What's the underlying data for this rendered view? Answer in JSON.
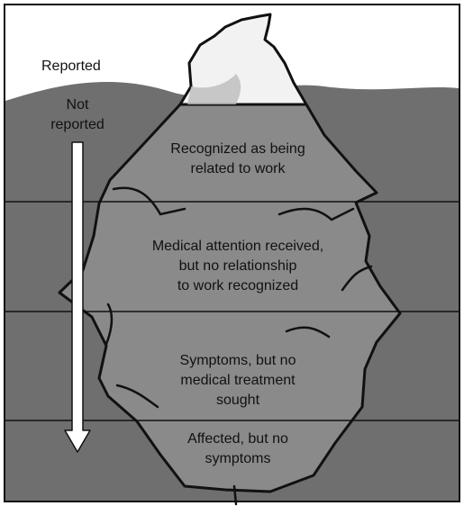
{
  "labels": {
    "reported": "Reported",
    "not_reported_line1": "Not",
    "not_reported_line2": "reported",
    "layer1_line1": "Recognized as being",
    "layer1_line2": "related to work",
    "layer2_line1": "Medical attention received,",
    "layer2_line2": "but no relationship",
    "layer2_line3": "to work recognized",
    "layer3_line1": "Symptoms, but no",
    "layer3_line2": "medical treatment",
    "layer3_line3": "sought",
    "layer4_line1": "Affected, but no",
    "layer4_line2": "symptoms"
  },
  "colors": {
    "sky": "#ffffff",
    "water": "#6f6f6f",
    "ice_above": "#f2f2f2",
    "ice_below": "#8a8a8a",
    "outline": "#111111",
    "arrow_fill": "#ffffff"
  }
}
